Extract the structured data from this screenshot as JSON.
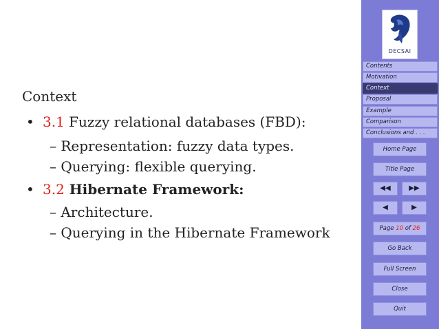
{
  "slide": {
    "heading": "Context",
    "items": [
      {
        "bullet": "•",
        "number": "3.1",
        "text": " Fuzzy relational databases (FBD):",
        "bold": false,
        "subitems": [
          "– Representation: fuzzy data types.",
          "– Querying: flexible querying."
        ]
      },
      {
        "bullet": "•",
        "number": "3.2",
        "text": " Hibernate Framework:",
        "bold": true,
        "subitems": [
          "– Architecture.",
          "– Querying in the Hibernate Framework"
        ]
      }
    ]
  },
  "sidebar": {
    "logo_text": "DECSAI",
    "nav": [
      "Contents",
      "Motivation",
      "Context",
      "Proposal",
      "Example",
      "Comparison",
      "Conclusions and . . ."
    ],
    "active_index": 2,
    "buttons": {
      "home": "Home Page",
      "title": "Title Page",
      "first": "◀◀",
      "last": "▶▶",
      "prev": "◀",
      "next": "▶",
      "go_back": "Go Back",
      "full_screen": "Full Screen",
      "close": "Close",
      "quit": "Quit"
    },
    "page": {
      "prefix": "Page ",
      "current": "10",
      "of": " of ",
      "total": "26"
    }
  },
  "colors": {
    "sidebar_bg": "#7c7cd6",
    "button_bg": "#b8b8f0",
    "active_nav": "#3a3a72",
    "accent_red": "#e0201b"
  }
}
